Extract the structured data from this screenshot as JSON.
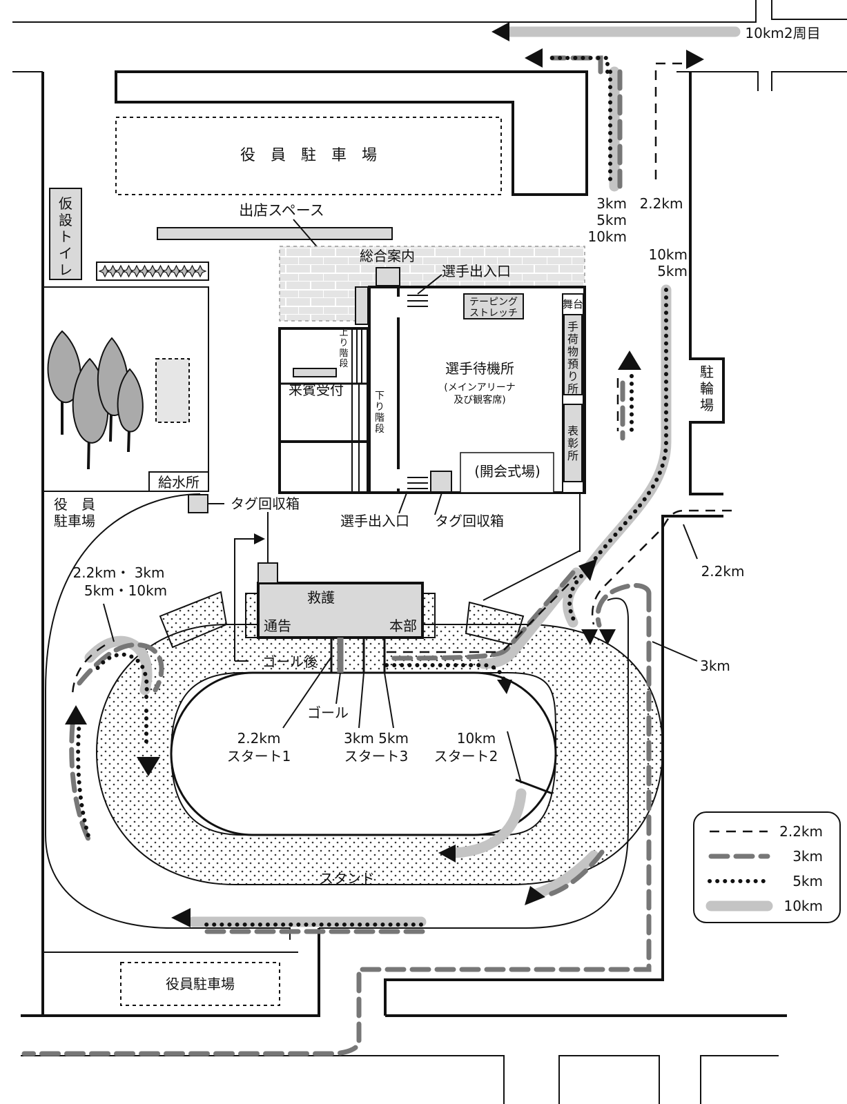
{
  "labels": {
    "parking_top": "役　員　駐　車　場",
    "shop_space": "出店スペース",
    "toilet": "仮設トイレ",
    "info": "総合案内",
    "athlete_entrance_top": "選手出入口",
    "taping": "テーピング\nストレッチ",
    "stage": "舞台",
    "luggage": "手荷物預り所",
    "awards": "表彰所",
    "waiting_area": "選手待機所",
    "waiting_sub": "(メインアリーナ\n及び観客席)",
    "opening_ceremony": "(開会式場)",
    "up_stairs": "上り階段",
    "down_stairs": "下り階段",
    "reception": "来賓受付",
    "water": "給水所",
    "parking_left": "役　員\n駐車場",
    "tag_box_left": "タグ回収箱",
    "athlete_entrance_bottom": "選手出入口",
    "tag_box_right": "タグ回収箱",
    "bicycle": "駐輪場",
    "rescue": "救護",
    "announce": "通告",
    "hq": "本部",
    "after_goal": "ゴール後",
    "goal": "ゴール",
    "start1": "2.2km\nスタート1",
    "start3": "3km 5km\nスタート3",
    "start2": "10km\nスタート2",
    "stand": "スタンド",
    "parking_bottom": "役員駐車場",
    "km_top_right": "10km2周目",
    "km_3_5_10": "3km\n5km\n10km",
    "km_22_top": "2.2km",
    "km_10_5": "10km\n5km",
    "km_22_right": "2.2km",
    "km_3_right": "3km",
    "km_left": "2.2km・ 3km\n5km・10km"
  },
  "legend": [
    {
      "label": "2.2km",
      "style": "r22"
    },
    {
      "label": "3km",
      "style": "r3"
    },
    {
      "label": "5km",
      "style": "r5"
    },
    {
      "label": "10km",
      "style": "r10"
    }
  ],
  "colors": {
    "line": "#111111",
    "route_3km": "#777777",
    "route_10km": "#c4c4c4",
    "fill_gray": "#d9d9d9"
  }
}
